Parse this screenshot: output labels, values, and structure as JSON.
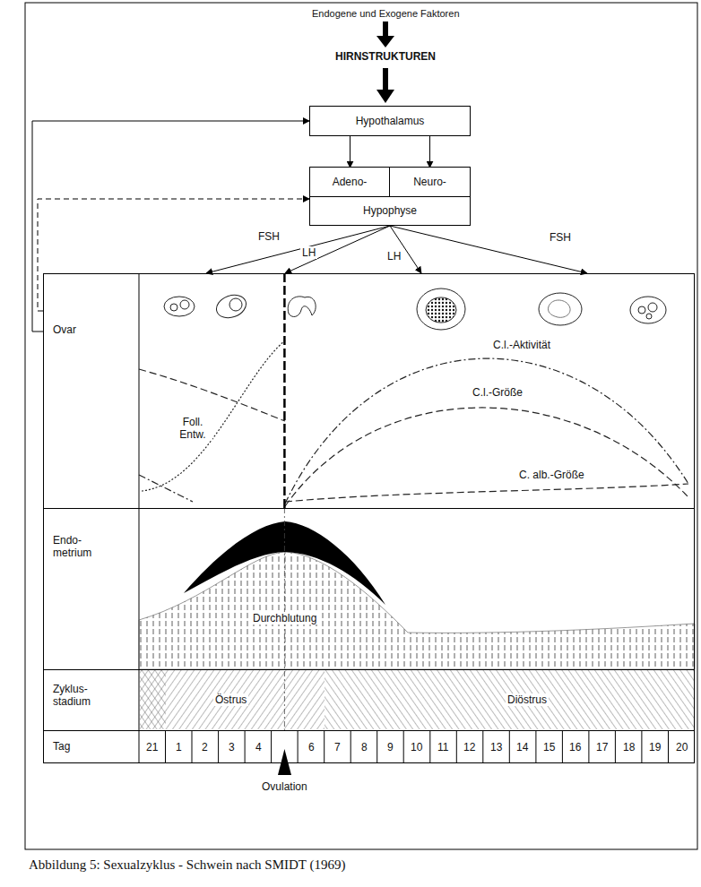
{
  "diagram": {
    "caption": "Abbildung 5: Sexualzyklus - Schwein nach SMIDT (1969)",
    "nodes": [
      {
        "text": [
          "Hypothalamus"
        ]
      },
      {
        "text": [
          "Hypophyse"
        ]
      },
      {
        "text": [
          "Adeno-"
        ],
        "in": 1
      },
      {
        "text": [
          "Neuro-"
        ],
        "in": 1
      },
      {
        "text": [
          "Ovar"
        ]
      },
      {
        "text": [
          "Endo- metrium"
        ]
      },
      {
        "text": [
          "Zyklus- stadium"
        ]
      },
      {
        "text": [
          "Tag"
        ]
      }
    ],
    "edges": [
      {
        "from": 0,
        "to": 2,
        "arrow": "to"
      },
      {
        "from": 0,
        "to": 3,
        "arrow": "to"
      },
      {
        "from": 1,
        "to": 4,
        "label": "FSH",
        "arrow": "to"
      },
      {
        "from": 1,
        "to": 4,
        "label": "LH",
        "arrow": "to"
      },
      {
        "from": 1,
        "to": 4,
        "label": "LH",
        "arrow": "to"
      },
      {
        "from": 1,
        "to": 4,
        "label": "FSH",
        "arrow": "to"
      },
      {
        "from": 4,
        "to": 0,
        "arrow": "to"
      },
      {
        "from": 4,
        "to": 1,
        "arrow": "to"
      }
    ],
    "labels": [
      "Endogene und Exogene Faktoren",
      "HIRNSTRUKTUREN",
      "Foll. Entw.",
      "C.l.-Aktivität",
      "C.l.-Größe",
      "C. alb.-Größe",
      "Durchblutung",
      "Östrus",
      "Diöstrus",
      "21",
      "1",
      "2",
      "3",
      "4",
      "6",
      "7",
      "8",
      "9",
      "10",
      "11",
      "12",
      "13",
      "14",
      "15",
      "16",
      "17",
      "18",
      "19",
      "20",
      "Ovulation"
    ]
  }
}
